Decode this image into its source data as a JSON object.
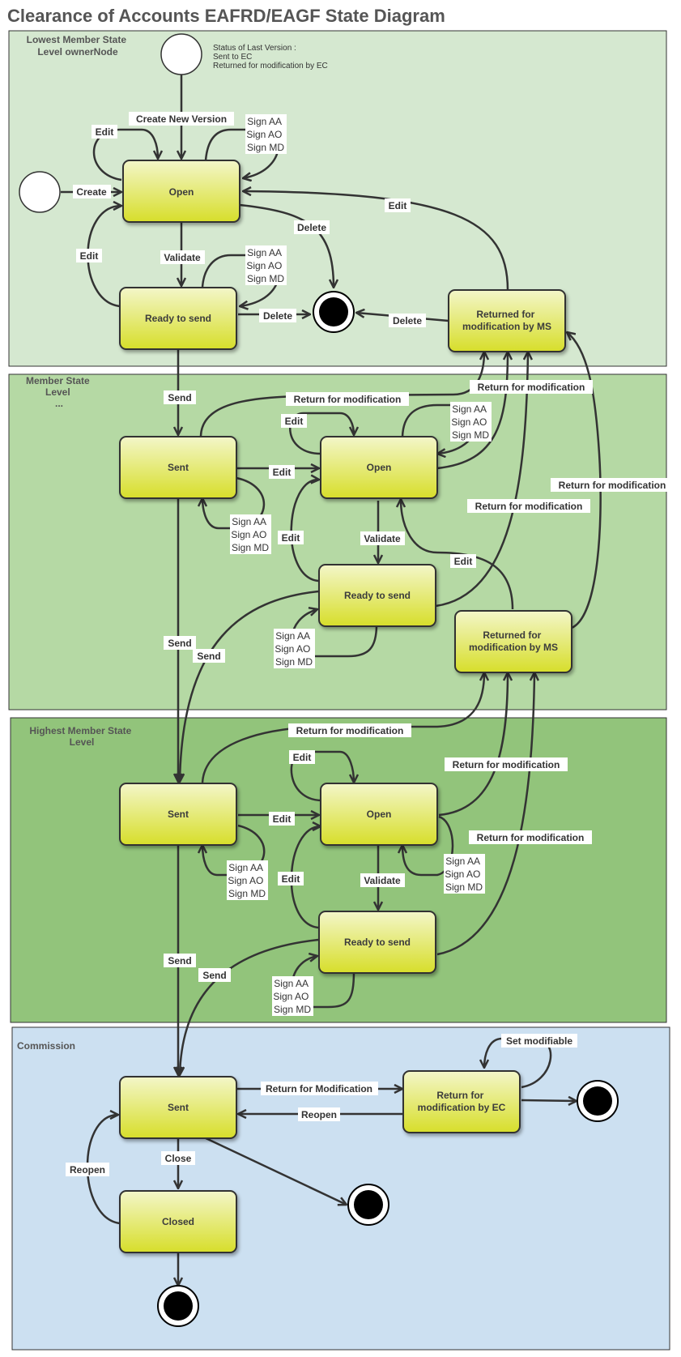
{
  "title": "Clearance of Accounts EAFRD/EAGF State Diagram",
  "colors": {
    "lane1": "#d5e8d0",
    "lane2": "#b5d9a4",
    "lane3": "#92c47b",
    "lane4": "#cce0f1",
    "state_top": "#f3f6c9",
    "state_bottom": "#d7de2a",
    "line": "#333333"
  },
  "lanes": {
    "l1": [
      "Lowest Member State",
      "Level ownerNode"
    ],
    "l2": [
      "Member State",
      "Level",
      "..."
    ],
    "l3": [
      "Highest Member State",
      "Level"
    ],
    "l4": [
      "Commission"
    ]
  },
  "note": [
    "Status of Last Version :",
    "Sent to EC",
    "Returned  for  modification  by  EC"
  ],
  "states": {
    "open": [
      "Open"
    ],
    "ready": [
      "Ready to send"
    ],
    "sent": [
      "Sent"
    ],
    "returned_ms": [
      "Returned for",
      "modification by MS"
    ],
    "return_ec": [
      "Return for",
      "modification by EC"
    ],
    "closed": [
      "Closed"
    ]
  },
  "labels": {
    "create": "Create",
    "create_new_version": "Create New Version",
    "edit": "Edit",
    "validate": "Validate",
    "delete": "Delete",
    "send": "Send",
    "return_for_modification": "Return for modification",
    "return_for_modification_cap": "Return for Modification",
    "reopen": "Reopen",
    "close": "Close",
    "set_modifiable": "Set modifiable",
    "sign": [
      "Sign AA",
      "Sign AO",
      "Sign MD"
    ]
  }
}
